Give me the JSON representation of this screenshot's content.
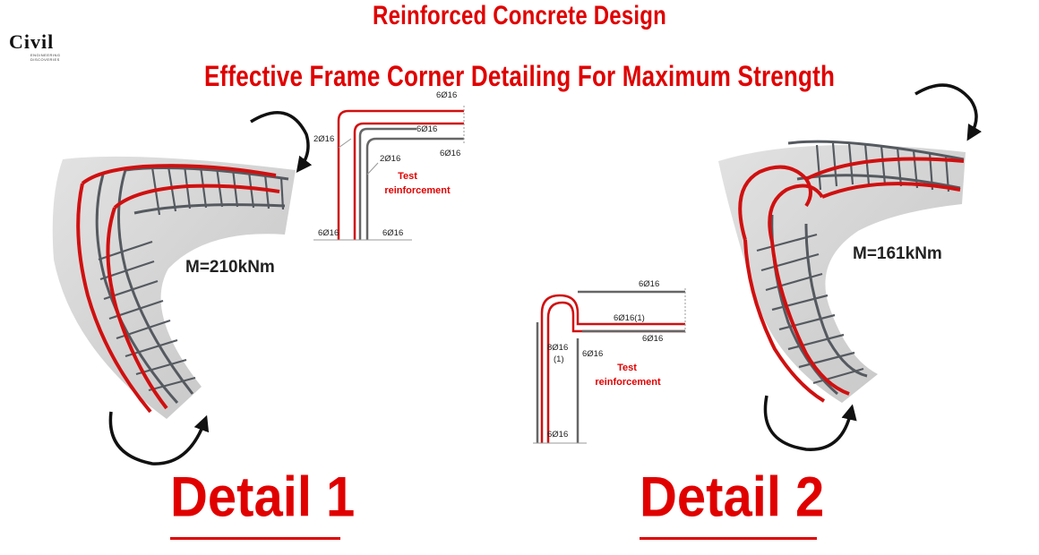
{
  "header": {
    "title": "Reinforced Concrete Design",
    "subtitle": "Effective Frame Corner Detailing For Maximum Strength"
  },
  "logo": {
    "name": "Civil",
    "tagline": "ENGINEERING DISCOVERIES"
  },
  "detail1": {
    "label": "Detail 1",
    "moment": "M=210kNm",
    "bars": {
      "top_outer": "6Ø16",
      "top_middle": "6Ø16",
      "top_inner": "6Ø16",
      "side_outer": "2Ø16",
      "side_inner": "2Ø16",
      "bottom_left": "6Ø16",
      "bottom_right": "6Ø16"
    },
    "test_label": "Test\nreinforcement"
  },
  "detail2": {
    "label": "Detail 2",
    "moment": "M=161kNm",
    "bars": {
      "top": "6Ø16",
      "middle": "6Ø16(1)",
      "lower": "6Ø16",
      "left_loop": "8Ø16\n(1)",
      "right_vert": "6Ø16",
      "bottom": "6Ø16"
    },
    "test_label": "Test\nreinforcement"
  },
  "colors": {
    "accent": "#e00000",
    "rebar_red": "#d01010",
    "rebar_gray": "#555a60",
    "concrete": "#d4d4d4"
  }
}
